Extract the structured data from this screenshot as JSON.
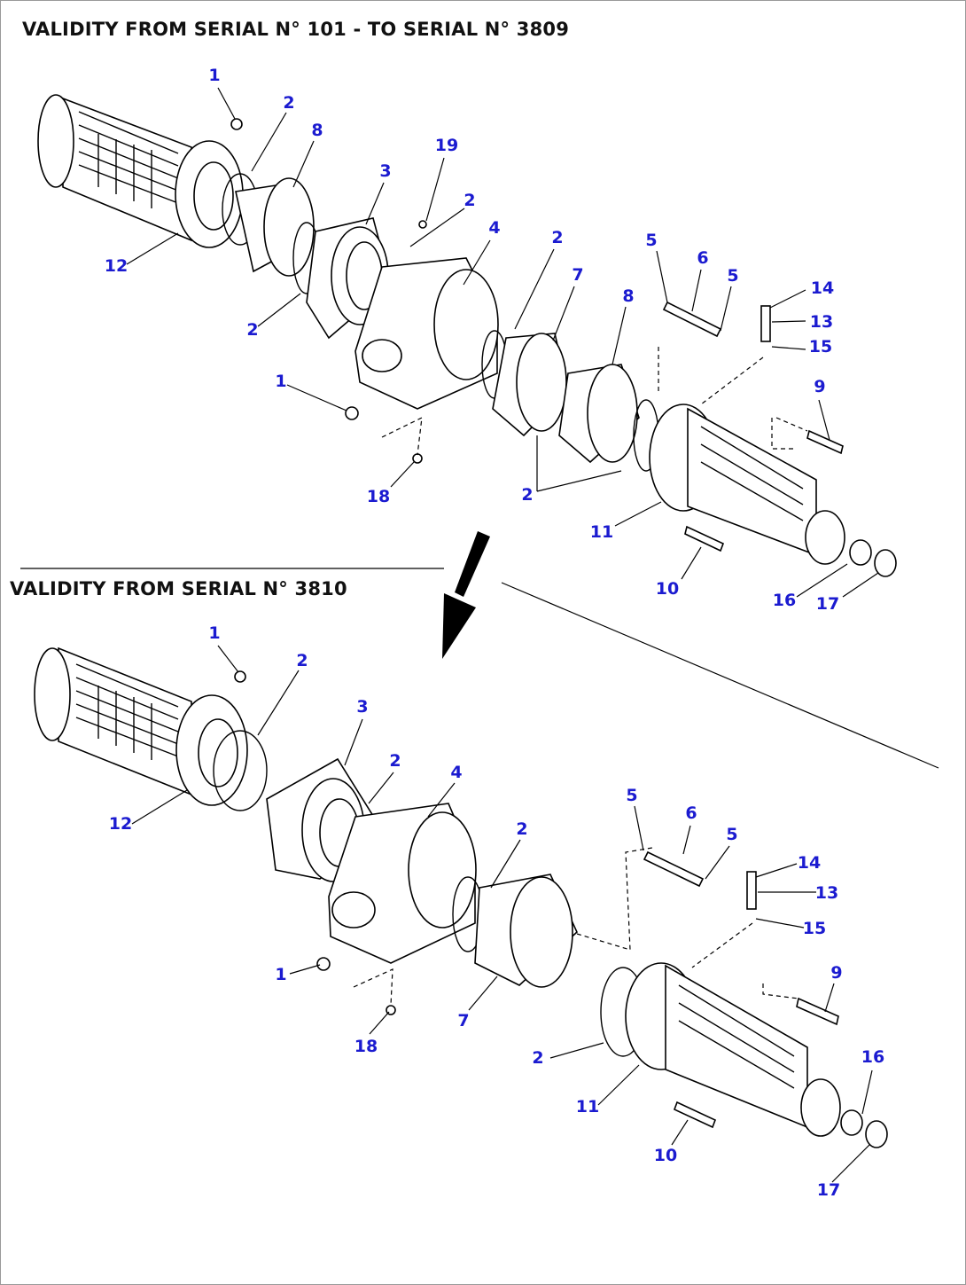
{
  "headings": {
    "top": "VALIDITY FROM SERIAL N° 101 - TO SERIAL N° 3809",
    "bottom": "VALIDITY FROM SERIAL N° 3810"
  },
  "top_callouts": [
    "1",
    "2",
    "8",
    "19",
    "3",
    "2",
    "4",
    "2",
    "5",
    "6",
    "5",
    "14",
    "13",
    "15",
    "12",
    "2",
    "7",
    "8",
    "1",
    "9",
    "2",
    "11",
    "18",
    "10",
    "16",
    "17"
  ],
  "bottom_callouts": [
    "1",
    "2",
    "3",
    "2",
    "4",
    "2",
    "12",
    "5",
    "6",
    "5",
    "14",
    "13",
    "15",
    "9",
    "1",
    "7",
    "18",
    "16",
    "2",
    "11",
    "10",
    "17"
  ],
  "colors": {
    "callout": "#1b1bd0",
    "line": "#000000",
    "heading": "#111111"
  }
}
